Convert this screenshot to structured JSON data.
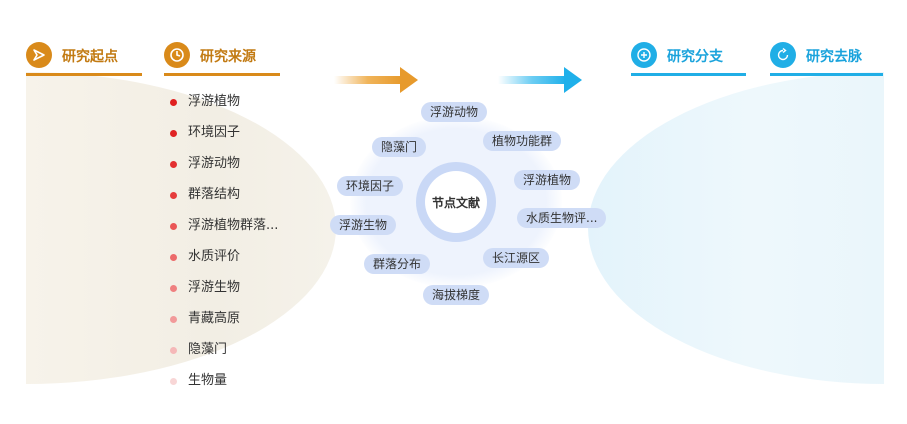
{
  "headers": {
    "start": "研究起点",
    "source": "研究来源",
    "branch": "研究分支",
    "trend": "研究去脉"
  },
  "colors": {
    "orange": "#d98a1a",
    "blue": "#20aee6",
    "node_bg": "#cfdcf6"
  },
  "icons": {
    "start": "play-triangle-icon",
    "source": "clock-icon",
    "branch": "plus-circle-icon",
    "trend": "refresh-icon"
  },
  "sources": [
    {
      "label": "浮游植物",
      "color": "#e02020"
    },
    {
      "label": "环境因子",
      "color": "#e02424"
    },
    {
      "label": "浮游动物",
      "color": "#e33030"
    },
    {
      "label": "群落结构",
      "color": "#e63c3c"
    },
    {
      "label": "浮游植物群落...",
      "color": "#ea5656"
    },
    {
      "label": "水质评价",
      "color": "#ec6a6a"
    },
    {
      "label": "浮游生物",
      "color": "#ef8080"
    },
    {
      "label": "青藏高原",
      "color": "#f29a9a"
    },
    {
      "label": "隐藻门",
      "color": "#f5b8b8"
    },
    {
      "label": "生物量",
      "color": "#f8d6d6"
    }
  ],
  "center": "节点文献",
  "nodes": [
    {
      "label": "浮游动物"
    },
    {
      "label": "隐藻门"
    },
    {
      "label": "植物功能群"
    },
    {
      "label": "环境因子"
    },
    {
      "label": "浮游植物"
    },
    {
      "label": "浮游生物"
    },
    {
      "label": "水质生物评..."
    },
    {
      "label": "群落分布"
    },
    {
      "label": "长江源区"
    },
    {
      "label": "海拔梯度"
    }
  ]
}
